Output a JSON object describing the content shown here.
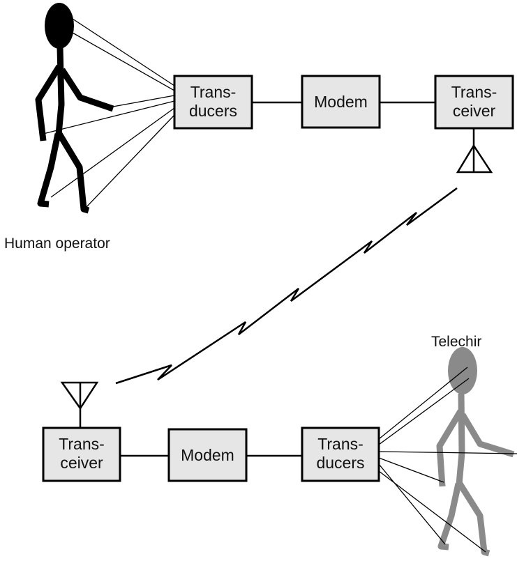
{
  "labels": {
    "human_operator": "Human operator",
    "telechir": "Telechir"
  },
  "top_chain": {
    "transducers": [
      "Trans-",
      "ducers"
    ],
    "modem": "Modem",
    "transceiver": [
      "Trans-",
      "ceiver"
    ]
  },
  "bottom_chain": {
    "transceiver": [
      "Trans-",
      "ceiver"
    ],
    "modem": "Modem",
    "transducers": [
      "Trans-",
      "ducers"
    ]
  },
  "colors": {
    "box_fill": "#e6e6e6",
    "operator_figure": "#000000",
    "telechir_figure": "#8a8a8a"
  }
}
